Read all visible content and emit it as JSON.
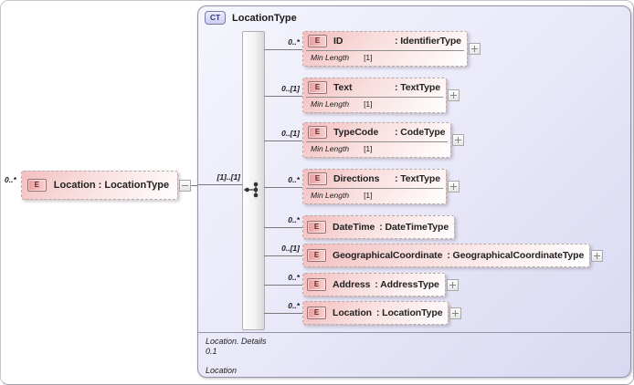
{
  "badges": {
    "element": "E",
    "complex_type": "CT"
  },
  "root": {
    "cardinality": "0..*",
    "label": "Location : LocationType"
  },
  "diagram": {
    "title": "LocationType",
    "group_cardinality": "[1]..[1]",
    "footer": {
      "line1": "Location. Details",
      "line2": "0.1",
      "line3": "Location"
    }
  },
  "elements": [
    {
      "cardinality": "0..*",
      "name": "ID",
      "type": ": IdentifierType",
      "facet_name": "Min Length",
      "facet_value": "[1]"
    },
    {
      "cardinality": "0..[1]",
      "name": "Text",
      "type": ": TextType",
      "facet_name": "Min Length",
      "facet_value": "[1]"
    },
    {
      "cardinality": "0..[1]",
      "name": "TypeCode",
      "type": ": CodeType",
      "facet_name": "Min Length",
      "facet_value": "[1]"
    },
    {
      "cardinality": "0..*",
      "name": "Directions",
      "type": ": TextType",
      "facet_name": "Min Length",
      "facet_value": "[1]"
    },
    {
      "cardinality": "0..*",
      "name": "DateTime",
      "type": ": DateTimeType"
    },
    {
      "cardinality": "0..[1]",
      "name": "GeographicalCoordinate",
      "type": ": GeographicalCoordinateType"
    },
    {
      "cardinality": "0..*",
      "name": "Address",
      "type": ": AddressType"
    },
    {
      "cardinality": "0..*",
      "name": "Location",
      "type": ": LocationType"
    }
  ],
  "colors": {
    "container_fill_start": "#f5f5fd",
    "container_fill_end": "#d8d8f2",
    "container_border": "#9494a6",
    "element_fill": "#f3bdbd",
    "element_badge_fill": "#ea9c9c",
    "ct_badge_text": "#3b3b77",
    "wire": "#7a7a7a"
  }
}
